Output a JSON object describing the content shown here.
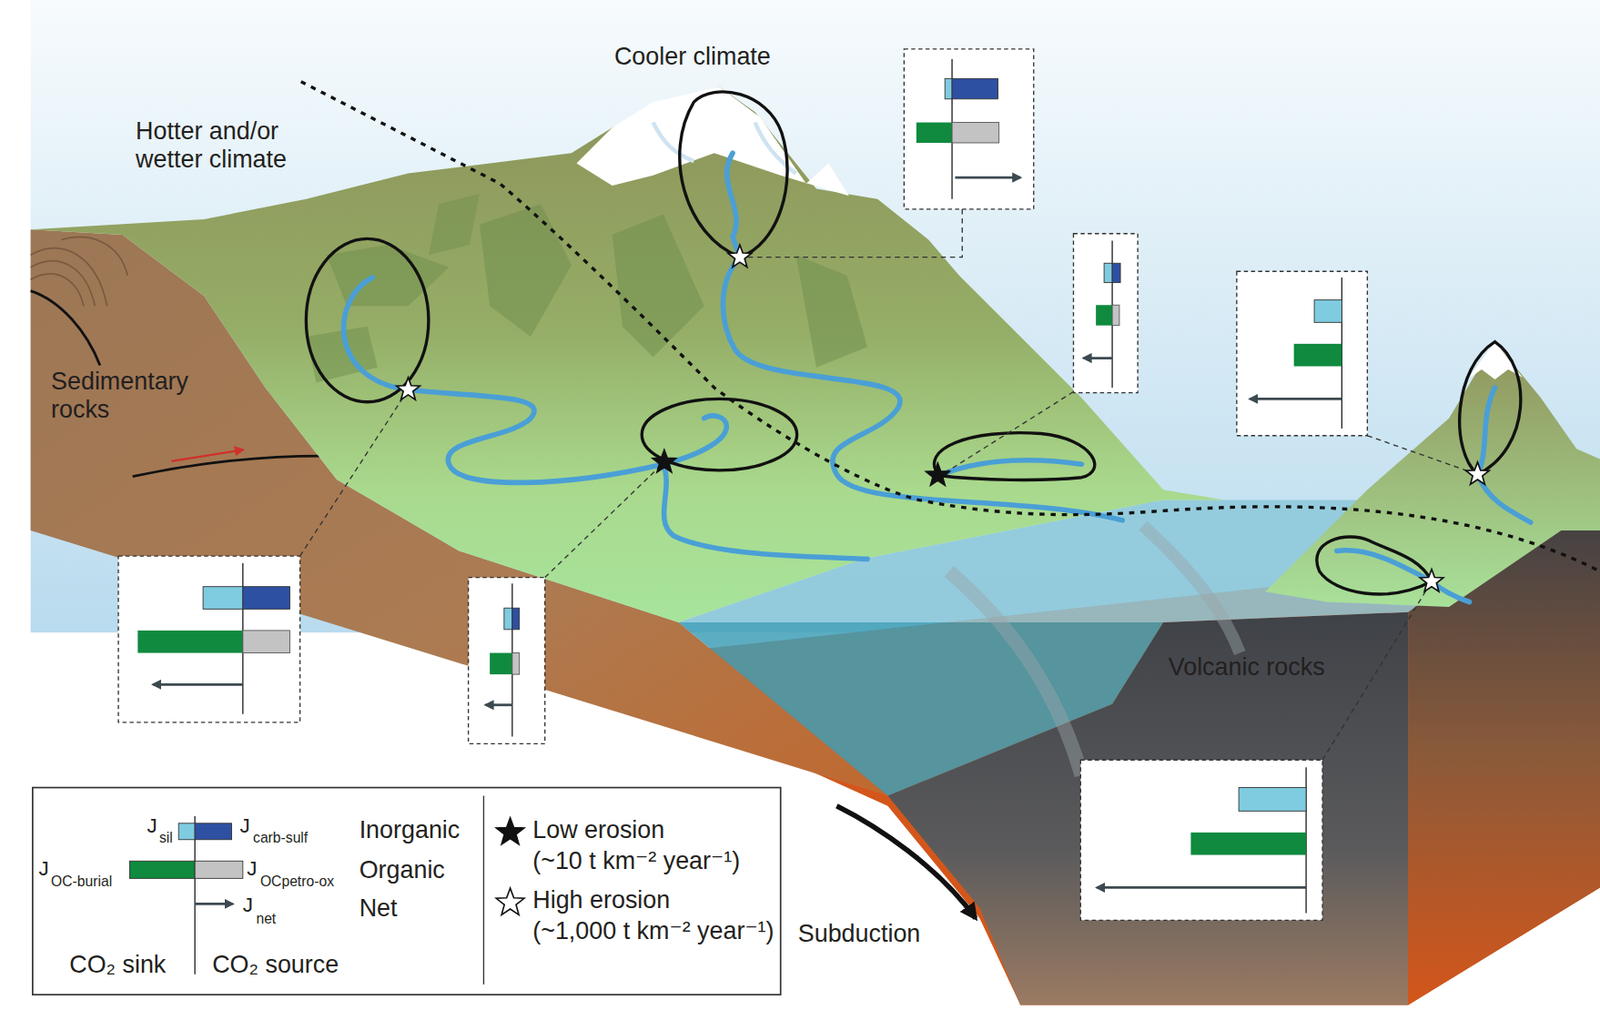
{
  "diagram": {
    "labels": [
      "Cooler climate",
      "Hotter and/or wetter climate",
      "Sedimentary rocks",
      "Volcanic rocks",
      "Subduction",
      "J",
      "J",
      "J",
      "J",
      "J",
      "net",
      "Inorganic",
      "Organic",
      "Net",
      "CO₂ sink",
      "CO₂ source",
      "(~10 t km⁻² year⁻¹)",
      "(~1,000 t km⁻² year⁻¹)"
    ],
    "legend": [
      {
        "text": "sil",
        "color": "#7fcbe0"
      },
      {
        "text": "carb-sulf",
        "color": "#2e50a2"
      },
      {
        "text": "OC-burial",
        "color": "#0f8a3e"
      },
      {
        "text": "OCpetro-ox",
        "color": "#c3c3c3"
      },
      {
        "text": "Low erosion"
      },
      {
        "text": "High erosion"
      }
    ]
  }
}
